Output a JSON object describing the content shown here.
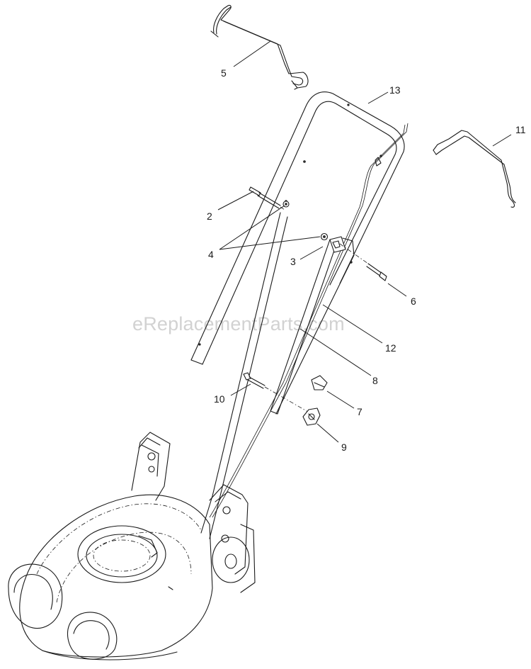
{
  "watermark": "eReplacementParts.com",
  "callouts": [
    {
      "id": "c5",
      "label": "5"
    },
    {
      "id": "c13",
      "label": "13"
    },
    {
      "id": "c11",
      "label": "11"
    },
    {
      "id": "c2",
      "label": "2"
    },
    {
      "id": "c4",
      "label": "4"
    },
    {
      "id": "c3",
      "label": "3"
    },
    {
      "id": "c6",
      "label": "6"
    },
    {
      "id": "c12",
      "label": "12"
    },
    {
      "id": "c8",
      "label": "8"
    },
    {
      "id": "c10",
      "label": "10"
    },
    {
      "id": "c7",
      "label": "7"
    },
    {
      "id": "c9",
      "label": "9"
    }
  ]
}
